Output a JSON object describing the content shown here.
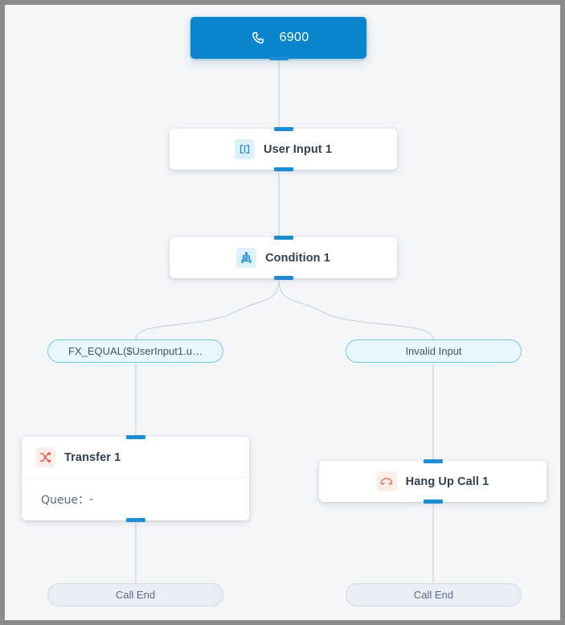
{
  "canvas": {
    "background_color": "#f4f6f8",
    "frame_border_color": "#898a8c",
    "edge_color": "#cdd2de",
    "port_color": "#1c8dd4"
  },
  "flow": {
    "start_node": {
      "label": "6900",
      "icon": "phone-icon",
      "background_color": "#0a84cc",
      "text_color": "#ffffff"
    },
    "nodes": [
      {
        "id": "user-input-1",
        "label": "User Input 1",
        "icon": "user-input-icon",
        "icon_color": "#1c8dd4",
        "icon_background": "#ddf1fb"
      },
      {
        "id": "condition-1",
        "label": "Condition 1",
        "icon": "condition-icon",
        "icon_color": "#1c8dd4",
        "icon_background": "#ddf1fb"
      },
      {
        "id": "transfer-1",
        "label": "Transfer 1",
        "icon": "transfer-shuffle-icon",
        "icon_color": "#f04e33",
        "icon_background": "#fdeeea",
        "detail_label": "Queue：",
        "detail_value": "-"
      },
      {
        "id": "hang-up-call-1",
        "label": "Hang Up Call 1",
        "icon": "hang-up-icon",
        "icon_color": "#f2685a",
        "icon_background": "#fdeeea"
      }
    ],
    "branch_labels": [
      {
        "id": "branch-condition-match",
        "label": "FX_EQUAL($UserInput1.u…",
        "border_color": "#73c8ea",
        "background_color": "#e8f7fd"
      },
      {
        "id": "branch-invalid-input",
        "label": "Invalid Input",
        "border_color": "#73c8ea",
        "background_color": "#e8f7fd"
      }
    ],
    "terminators": [
      {
        "id": "call-end-left",
        "label": "Call End",
        "border_color": "#d3d8e4",
        "background_color": "#eaedf5"
      },
      {
        "id": "call-end-right",
        "label": "Call End",
        "border_color": "#d3d8e4",
        "background_color": "#eaedf5"
      }
    ]
  }
}
